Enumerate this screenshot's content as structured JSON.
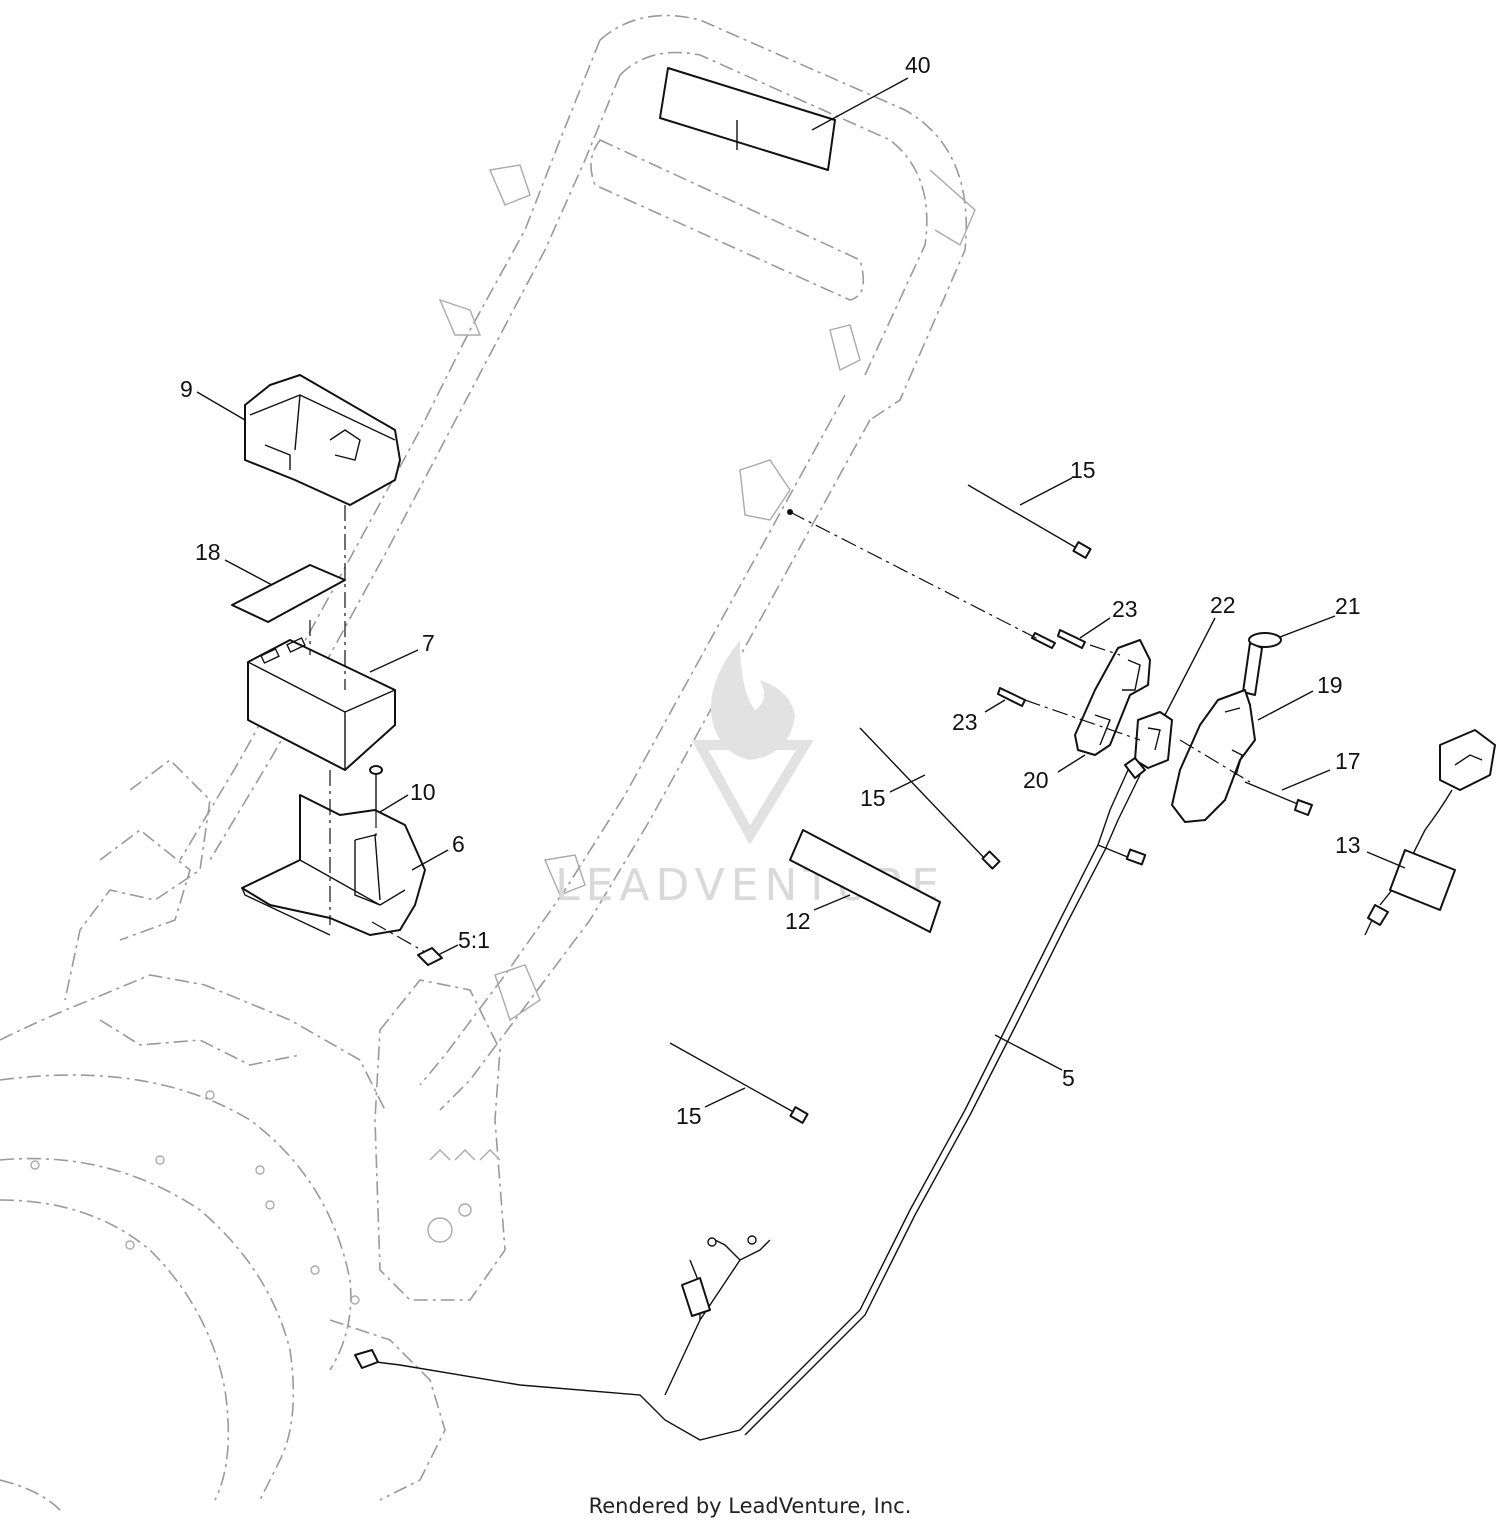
{
  "callouts": {
    "c40": "40",
    "c9": "9",
    "c15a": "15",
    "c18": "18",
    "c7": "7",
    "c23a": "23",
    "c22": "22",
    "c21": "21",
    "c19": "19",
    "c23b": "23",
    "c20": "20",
    "c17": "17",
    "c10": "10",
    "c15b": "15",
    "c6": "6",
    "c13": "13",
    "c12": "12",
    "c51": "5:1",
    "c5": "5",
    "c15c": "15"
  },
  "watermark": "LEADVENTURE",
  "footer": "Rendered by LeadVenture, Inc."
}
